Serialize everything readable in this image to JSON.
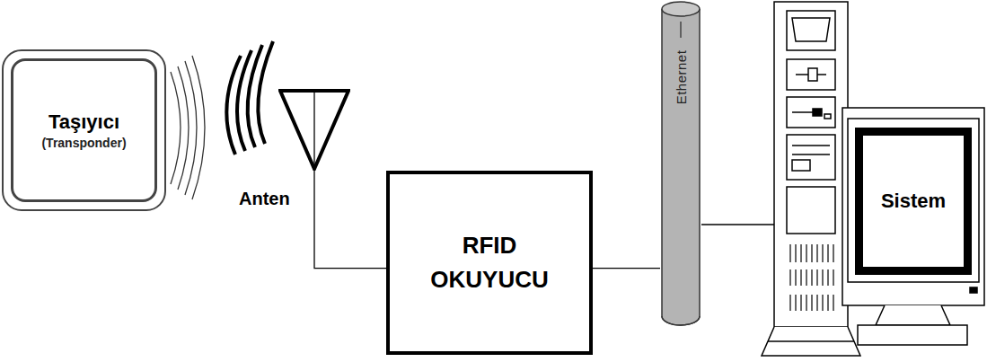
{
  "diagram": {
    "nodes": [
      {
        "text": [
          "Taşıyıcı",
          "(Transponder)"
        ]
      },
      {
        "text": [
          "Anten"
        ]
      },
      {
        "text": [
          "RFID OKUYUCU"
        ]
      },
      {
        "text": [
          "Ethernet"
        ]
      },
      {
        "text": [
          "Sistem"
        ]
      }
    ],
    "edges": [
      {
        "from": 1,
        "to": 2,
        "arrow": "none"
      },
      {
        "from": 2,
        "to": 3,
        "arrow": "none"
      }
    ]
  }
}
